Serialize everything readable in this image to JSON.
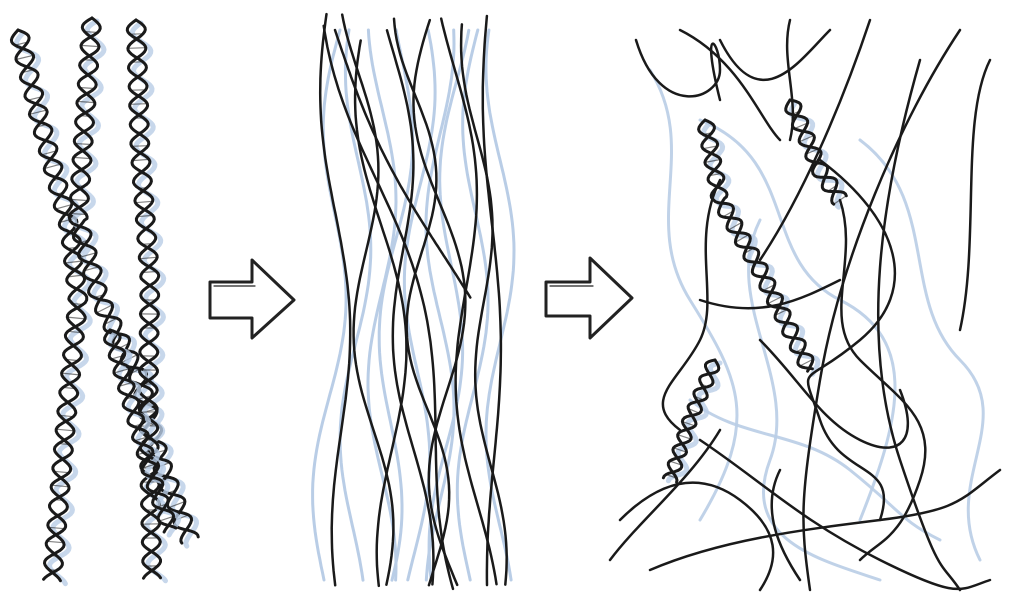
{
  "panels": [
    {
      "name": "twisted-strands"
    },
    {
      "name": "parallel-strands"
    },
    {
      "name": "entangled-strands"
    }
  ],
  "colors": {
    "ink": "#1a1a1a",
    "shadow": "#b9cde6",
    "arrow_fill": "#ffffff",
    "arrow_stroke": "#222222"
  },
  "icons": [
    "right-arrow-icon",
    "right-arrow-icon"
  ]
}
